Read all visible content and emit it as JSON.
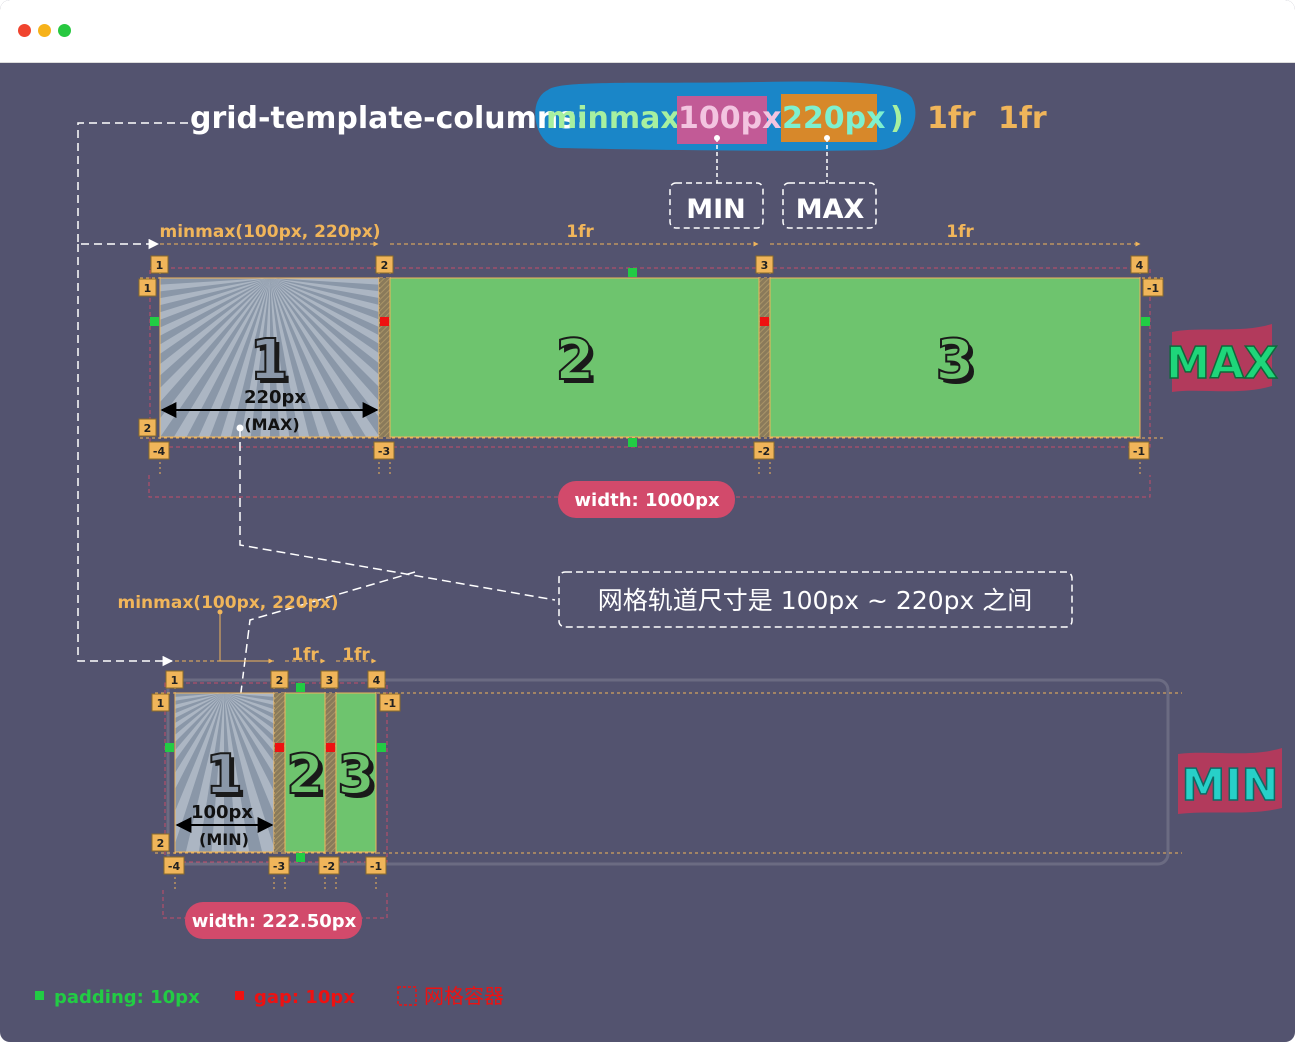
{
  "window": {
    "buttons": [
      "close",
      "minimize",
      "maximize"
    ]
  },
  "code": {
    "property": "grid-template-columns:",
    "fn_open": "minmax(",
    "min_val": "100px",
    "max_val": "220px",
    "fn_close": ")",
    "col2": "1fr",
    "col3": "1fr"
  },
  "callouts": {
    "min": "MIN",
    "max": "MAX"
  },
  "top_grid": {
    "col_labels": [
      "minmax(100px, 220px)",
      "1fr",
      "1fr"
    ],
    "col_lines_pos": [
      "1",
      "2",
      "3",
      "4"
    ],
    "col_lines_neg": [
      "-4",
      "-3",
      "-2",
      "-1"
    ],
    "row_lines_pos": [
      "1",
      "2"
    ],
    "row_lines_neg": [
      "-1"
    ],
    "items": [
      "1",
      "2",
      "3"
    ],
    "measure": "220px",
    "measure_note": "(MAX)",
    "width_badge": "width: 1000px",
    "state_tag": "MAX"
  },
  "note": "网格轨道尺寸是 100px ~ 220px 之间",
  "bottom_grid": {
    "col_labels": [
      "minmax(100px, 220px)",
      "1fr",
      "1fr"
    ],
    "col_lines_pos": [
      "1",
      "2",
      "3",
      "4"
    ],
    "col_lines_neg": [
      "-4",
      "-3",
      "-2",
      "-1"
    ],
    "row_lines_pos": [
      "1",
      "2"
    ],
    "row_lines_neg": [
      "-1"
    ],
    "items": [
      "1",
      "2",
      "3"
    ],
    "measure": "100px",
    "measure_note": "(MIN)",
    "width_badge": "width: 222.50px",
    "state_tag": "MIN"
  },
  "legend": {
    "padding": "padding: 10px",
    "gap": "gap: 10px",
    "container": "网格容器"
  },
  "colors": {
    "background": "#53536f",
    "item_green": "#6ec46e",
    "item_gray": "#8a97a8",
    "padding_marker": "#22cc44",
    "gap_marker": "#ee1111",
    "label_orange": "#f0b55a",
    "badge_red": "#d24a6b",
    "code_bubble": "#1a86c8",
    "min_highlight": "#c25a96",
    "max_highlight": "#d7882a"
  }
}
